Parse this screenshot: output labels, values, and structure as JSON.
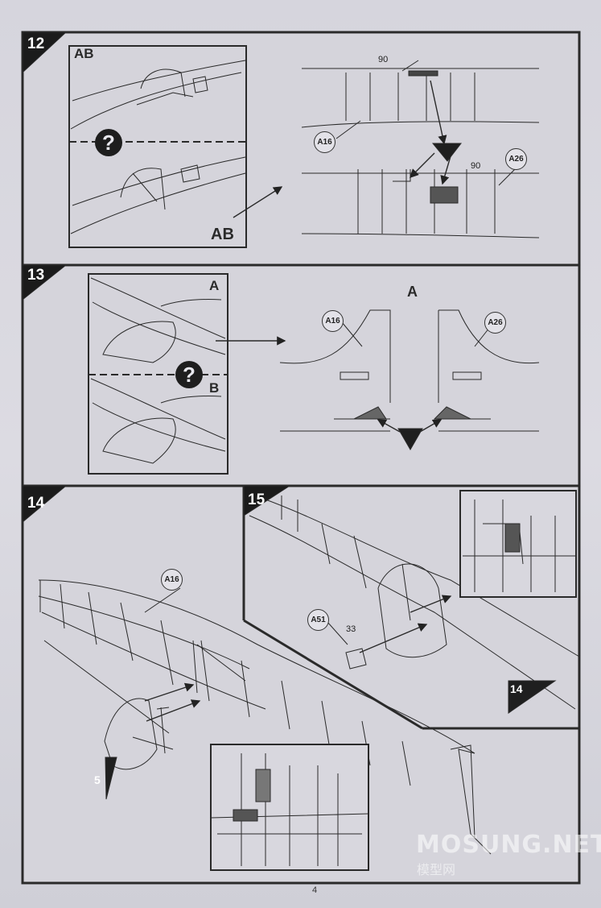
{
  "colors": {
    "paper": "#d9d8df",
    "ink": "#232323",
    "panel_fill": "#d4d3da"
  },
  "steps": [
    {
      "number": "12",
      "views": [
        "AB",
        "AB"
      ],
      "parts": [
        "90",
        "90"
      ],
      "callouts": [
        "A16",
        "A26"
      ]
    },
    {
      "number": "13",
      "views": [
        "A",
        "B",
        "A"
      ],
      "callouts": [
        "A16",
        "A26"
      ]
    },
    {
      "number": "14",
      "callouts": [
        "A16"
      ],
      "reference": "5"
    },
    {
      "number": "15",
      "callouts": [
        "A51"
      ],
      "parts": [
        "33"
      ],
      "reference": "14"
    }
  ],
  "icons": [
    "question-mark-icon",
    "arrow-icon"
  ],
  "watermark": {
    "latin": "MOSUNG.NET",
    "cjk": "模型网"
  },
  "page_number": "4"
}
